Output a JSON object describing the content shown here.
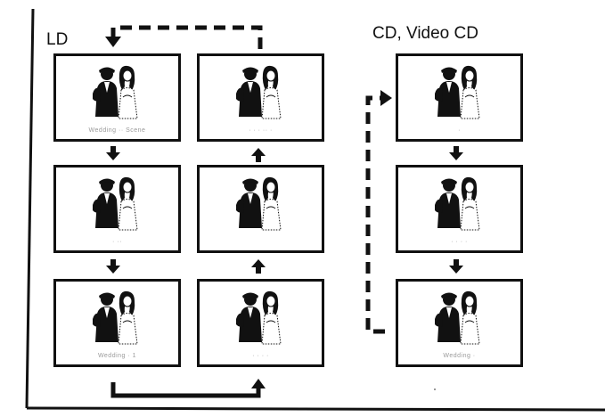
{
  "labels": {
    "ld": "LD",
    "cd": "CD, Video CD"
  },
  "frames": {
    "ld_left": [
      {
        "caption": "Wedding ·· Scene"
      },
      {
        "caption": "· ··"
      },
      {
        "caption": "Wedding · 1"
      }
    ],
    "ld_right": [
      {
        "caption": "· · ·  ·· ·"
      },
      {
        "caption": ""
      },
      {
        "caption": "· · · ·"
      }
    ],
    "cd": [
      {
        "caption": "·"
      },
      {
        "caption": "· · · ·"
      },
      {
        "caption": "Wedding ·"
      }
    ]
  },
  "colors": {
    "ink": "#111111",
    "caption": "#9a9a9a",
    "background": "#ffffff"
  }
}
